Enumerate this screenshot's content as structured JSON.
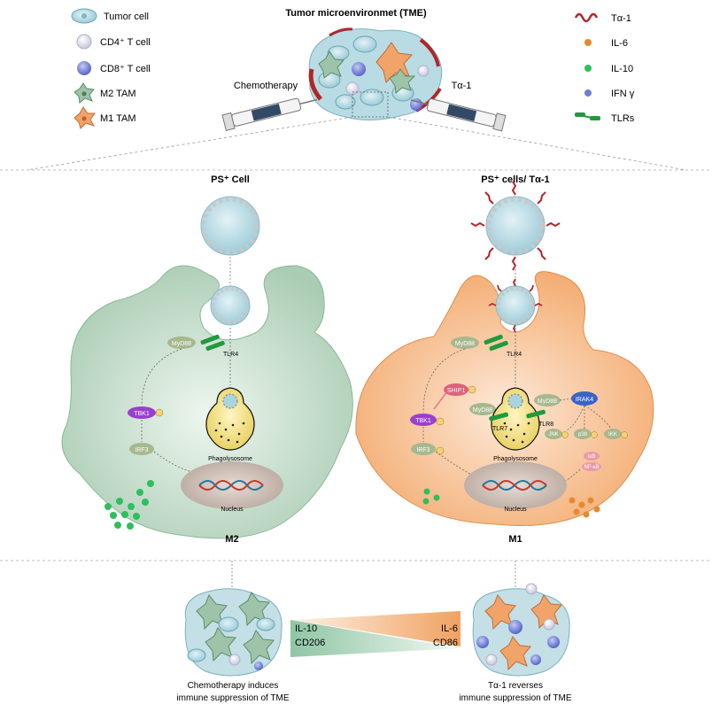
{
  "title": "Tumor microenvironmet (TME)",
  "legend_left": [
    {
      "label": "Tumor cell",
      "icon": "tumor-cell-icon"
    },
    {
      "label": "CD4⁺ T cell",
      "icon": "cd4-t-cell-icon"
    },
    {
      "label": "CD8⁺ T cell",
      "icon": "cd8-t-cell-icon"
    },
    {
      "label": "M2 TAM",
      "icon": "m2-tam-icon"
    },
    {
      "label": "M1 TAM",
      "icon": "m1-tam-icon"
    }
  ],
  "legend_right": [
    {
      "label": "Tα-1",
      "icon": "t-alpha-1-icon"
    },
    {
      "label": "IL-6",
      "icon": "il6-dot-icon"
    },
    {
      "label": "IL-10",
      "icon": "il10-dot-icon"
    },
    {
      "label": "IFN γ",
      "icon": "ifn-gamma-dot-icon"
    },
    {
      "label": "TLRs",
      "icon": "tlr-receptor-icon"
    }
  ],
  "chemotherapy_label": "Chemotherapy",
  "t_alpha_label": "Tα-1",
  "left_panel": {
    "header": "PS⁺ Cell",
    "myd88": "MyD88",
    "tlr4": "TLR4",
    "tbk1": "TBK1",
    "irf3": "IRF3",
    "phagolysosome": "Phagolysosome",
    "nucleus": "Nucleus",
    "label": "M2"
  },
  "right_panel": {
    "header": "PS⁺ cells/ Tα-1",
    "myd88_top": "MyD88",
    "tlr4": "TLR4",
    "ship1": "SHIP1",
    "tbk1": "TBK1",
    "irf3": "IRF3",
    "myd88_left": "MyD88",
    "myd88_right": "MyD88",
    "tlr7": "TLR7",
    "tlr8": "TLR8",
    "irak4": "IRAK4",
    "jnk": "JNK",
    "p38": "p38",
    "ikk": "IKK",
    "ikb": "IκB",
    "nfkb": "NF-κB",
    "phagolysosome": "Phagolysosome",
    "nucleus": "Nucleus",
    "label": "M1",
    "p": "P"
  },
  "bottom": {
    "left_caption_1": "Chemotherapy induces",
    "left_caption_2": "immune suppression of TME",
    "right_caption_1": "Tα-1 reverses",
    "right_caption_2": "immune suppression of TME",
    "left_marker_1": "IL-10",
    "left_marker_2": "CD206",
    "right_marker_1": "IL-6",
    "right_marker_2": "CD86"
  },
  "colors": {
    "m2_cell": "#b9d7c1",
    "m1_cell": "#f4b27c",
    "tumor": "#a9d3de",
    "il10": "#2fbf5d",
    "il6": "#e8892f",
    "ifn": "#6f7fd6",
    "talpha": "#b0262b",
    "tlr": "#1f9a3c",
    "tbk1": "#9b3fcf",
    "irak4": "#3a63c9",
    "ship1": "#e0607a"
  }
}
